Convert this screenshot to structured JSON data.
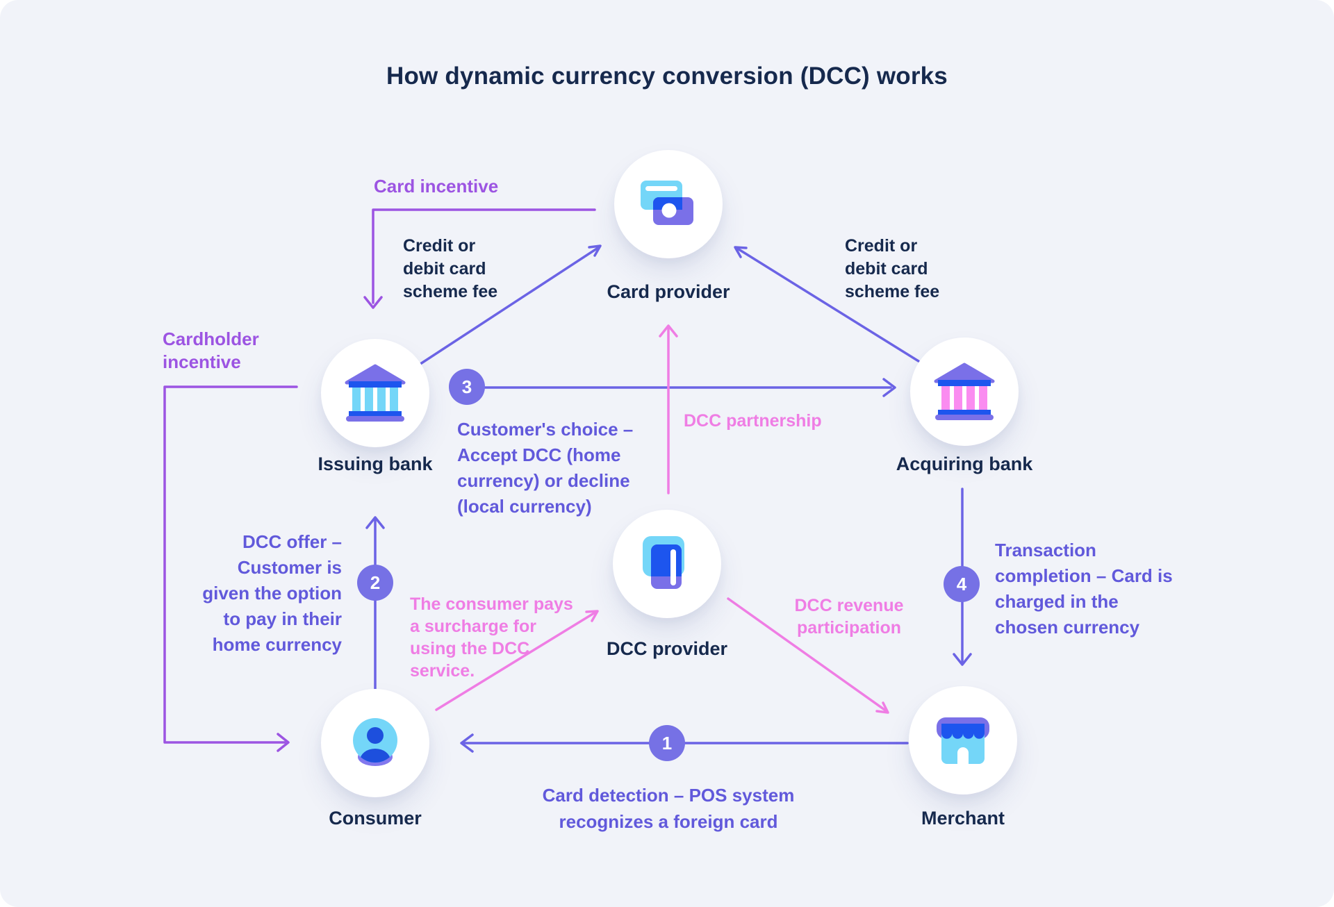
{
  "title": "How dynamic currency conversion (DCC) works",
  "nodes": {
    "card_provider": {
      "label": "Card provider",
      "icon": "credit-cards-icon"
    },
    "issuing_bank": {
      "label": "Issuing bank",
      "icon": "bank-icon"
    },
    "acquiring_bank": {
      "label": "Acquiring bank",
      "icon": "bank-icon"
    },
    "dcc_provider": {
      "label": "DCC provider",
      "icon": "payment-terminal-icon"
    },
    "consumer": {
      "label": "Consumer",
      "icon": "person-icon"
    },
    "merchant": {
      "label": "Merchant",
      "icon": "storefront-icon"
    }
  },
  "steps": [
    {
      "num": "1",
      "text": "Card detection – POS system\nrecognizes a foreign card"
    },
    {
      "num": "2",
      "text": "DCC offer –\nCustomer is\ngiven the option\nto pay in their\nhome currency"
    },
    {
      "num": "3",
      "text": "Customer's choice –\nAccept DCC (home\ncurrency) or decline\n(local currency)"
    },
    {
      "num": "4",
      "text": "Transaction\ncompletion – Card is\ncharged in the\nchosen currency"
    }
  ],
  "annotations": {
    "card_incentive": "Card incentive",
    "cardholder_incentive": "Cardholder\nincentive",
    "scheme_fee": "Credit or\ndebit card\nscheme fee",
    "dcc_partnership": "DCC partnership",
    "consumer_surcharge": "The consumer pays\na surcharge for\nusing the DCC\nservice.",
    "dcc_revenue": "DCC revenue\nparticipation"
  },
  "colors": {
    "background": "#f1f3f9",
    "navy": "#16294d",
    "purple": "#9c54e2",
    "indigo": "#6b63e5",
    "step_text": "#6159db",
    "pink": "#ef7de4",
    "step_circle": "#7671e5",
    "icon_blue": "#1d55ee",
    "icon_cyan": "#74d6f8",
    "icon_violet": "#7a70e8",
    "icon_pink": "#fa8cf0"
  }
}
